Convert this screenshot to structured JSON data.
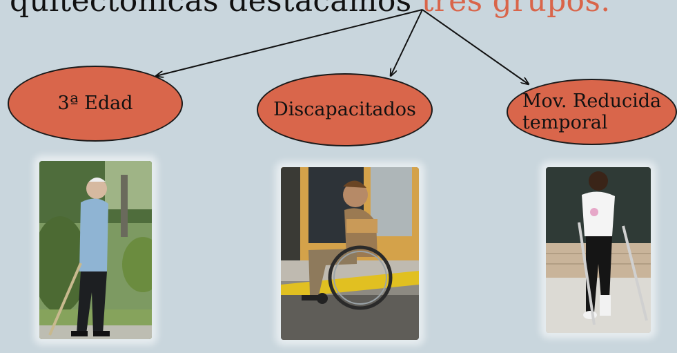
{
  "title": {
    "text_before": "quitectónicas destacamos ",
    "text_accent": "tres grupos."
  },
  "nodes": [
    {
      "label": "3ª Edad"
    },
    {
      "label": "Discapacitados"
    },
    {
      "label_line1": "Mov. Reducida",
      "label_line2": "temporal"
    }
  ],
  "photos": [
    {
      "subject": "elderly man walking with cane"
    },
    {
      "subject": "man in wheelchair on sidewalk"
    },
    {
      "subject": "young man walking with crutches"
    }
  ],
  "colors": {
    "background": "#c9d6dd",
    "accent": "#d9654a",
    "node_fill": "#d9664b",
    "line": "#111111"
  }
}
